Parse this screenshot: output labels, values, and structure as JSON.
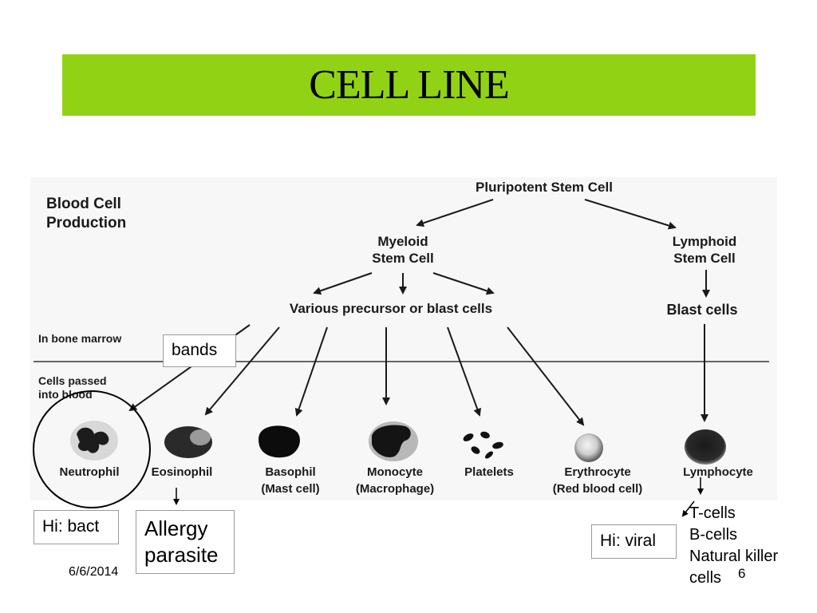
{
  "slide": {
    "title": "CELL LINE",
    "title_bar_color": "#92d215",
    "date": "6/6/2014",
    "page_number": "6"
  },
  "diagram": {
    "heading_line1": "Blood Cell",
    "heading_line2": "Production",
    "root": "Pluripotent Stem Cell",
    "myeloid_line1": "Myeloid",
    "myeloid_line2": "Stem Cell",
    "lymphoid_line1": "Lymphoid",
    "lymphoid_line2": "Stem Cell",
    "myeloid_precursors": "Various precursor or blast cells",
    "lymphoid_blasts": "Blast cells",
    "zone_marrow": "In bone marrow",
    "zone_blood_line1": "Cells passed",
    "zone_blood_line2": "into blood",
    "cells": [
      {
        "name": "Neutrophil",
        "sub": ""
      },
      {
        "name": "Eosinophil",
        "sub": ""
      },
      {
        "name": "Basophil",
        "sub": "(Mast cell)"
      },
      {
        "name": "Monocyte",
        "sub": "(Macrophage)"
      },
      {
        "name": "Platelets",
        "sub": ""
      },
      {
        "name": "Erythrocyte",
        "sub": "(Red blood cell)"
      },
      {
        "name": "Lymphocyte",
        "sub": ""
      }
    ]
  },
  "annotations": {
    "bands": "bands",
    "hi_bact": "Hi: bact",
    "allergy_line1": "Allergy",
    "allergy_line2": "parasite",
    "hi_viral": "Hi: viral",
    "lymph_types": [
      "T-cells",
      "B-cells",
      "Natural killer",
      "cells"
    ]
  }
}
